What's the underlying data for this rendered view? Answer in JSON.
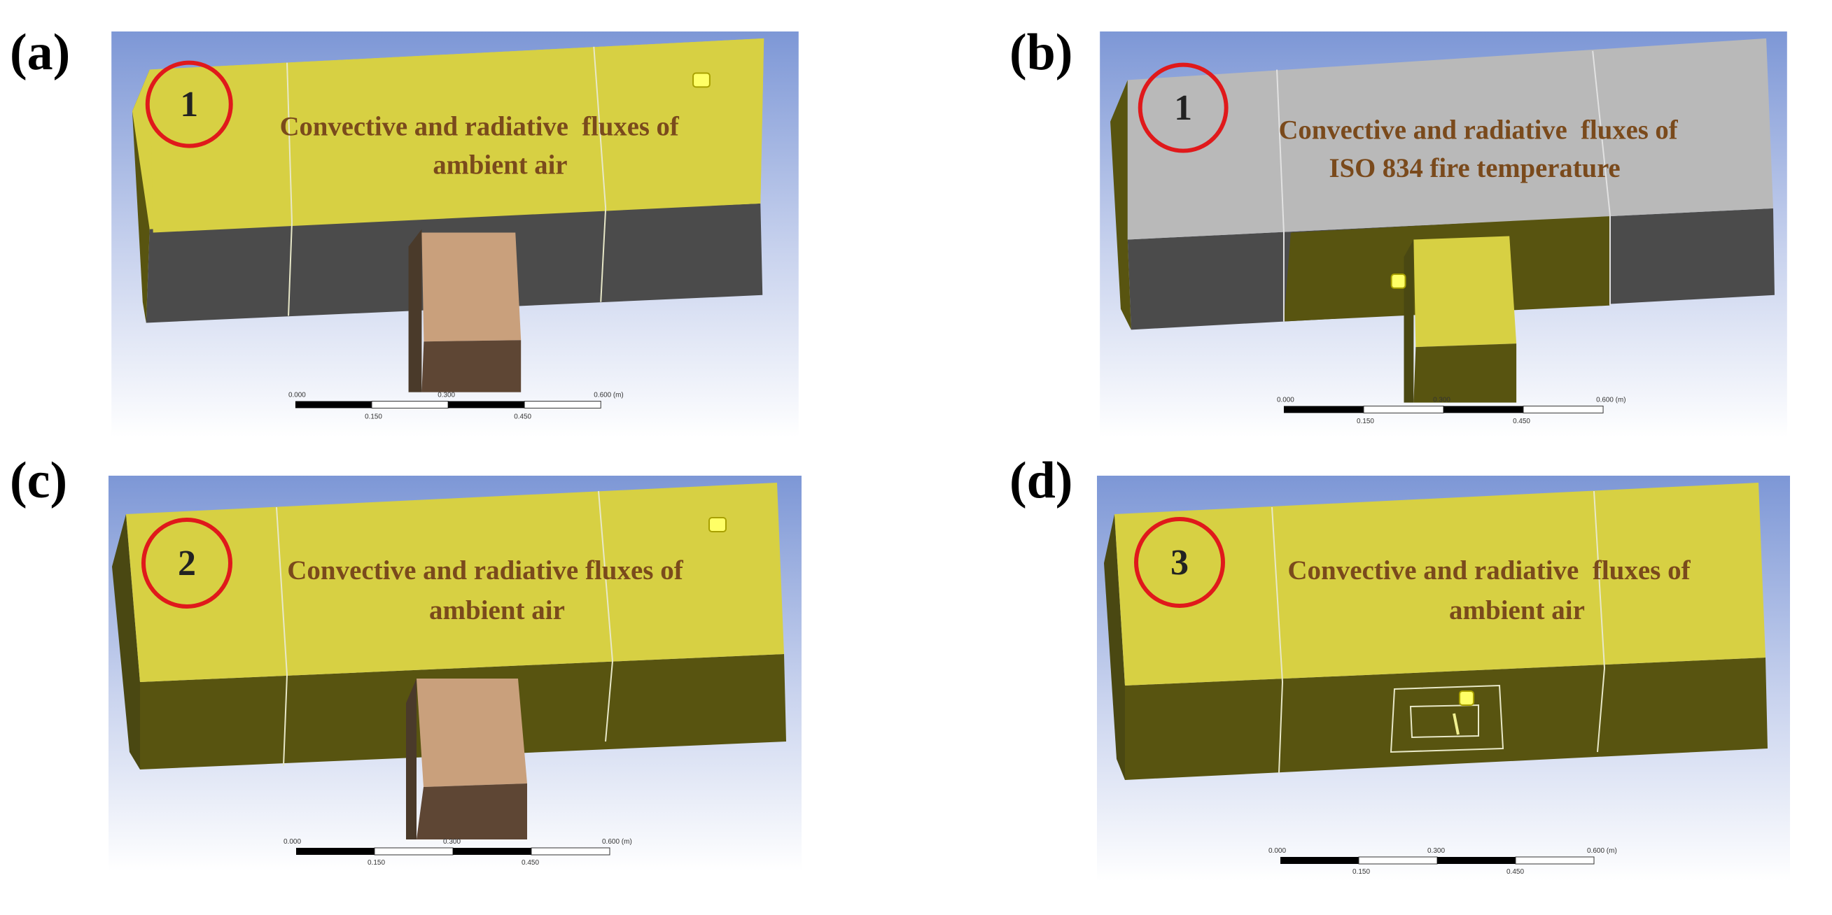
{
  "colors": {
    "yellow_top": "#d7d043",
    "grey_top": "#b9b9b9",
    "dark_side": "#4b4b4b",
    "olive_side": "#585410",
    "tan": "#c9a07c",
    "tan_dark": "#5e4634",
    "text_brown": "#7a4a1c",
    "circle_red": "#e0191b"
  },
  "panels": [
    {
      "id": "a",
      "label": "(a)",
      "circle_number": "1",
      "line1": "Convective and radiative  fluxes of",
      "line2": "ambient air",
      "top_color": "yellow",
      "front_color": "grey",
      "block": "tan",
      "scale": {
        "t0": "0.000",
        "t3": "0.600 (m)",
        "t1": "0.150",
        "t2": "0.450",
        "mid": "0.300"
      }
    },
    {
      "id": "b",
      "label": "(b)",
      "circle_number": "1",
      "line1": "Convective and radiative  fluxes of",
      "line2": "ISO 834 fire temperature",
      "top_color": "grey",
      "front_color": "mixed",
      "block": "yellow",
      "scale": {
        "t0": "0.000",
        "t3": "0.600 (m)",
        "t1": "0.150",
        "t2": "0.450",
        "mid": "0.300"
      }
    },
    {
      "id": "c",
      "label": "(c)",
      "circle_number": "2",
      "line1": "Convective and radiative fluxes of",
      "line2": "ambient air",
      "top_color": "yellow",
      "front_color": "olive",
      "block": "tan",
      "scale": {
        "t0": "0.000",
        "t3": "0.600 (m)",
        "t1": "0.150",
        "t2": "0.450",
        "mid": "0.300"
      }
    },
    {
      "id": "d",
      "label": "(d)",
      "circle_number": "3",
      "line1": "Convective and radiative  fluxes of",
      "line2": "ambient air",
      "top_color": "yellow",
      "front_color": "olive",
      "block": "none",
      "scale": {
        "t0": "0.000",
        "t3": "0.600 (m)",
        "t1": "0.150",
        "t2": "0.450",
        "mid": "0.300"
      }
    }
  ]
}
